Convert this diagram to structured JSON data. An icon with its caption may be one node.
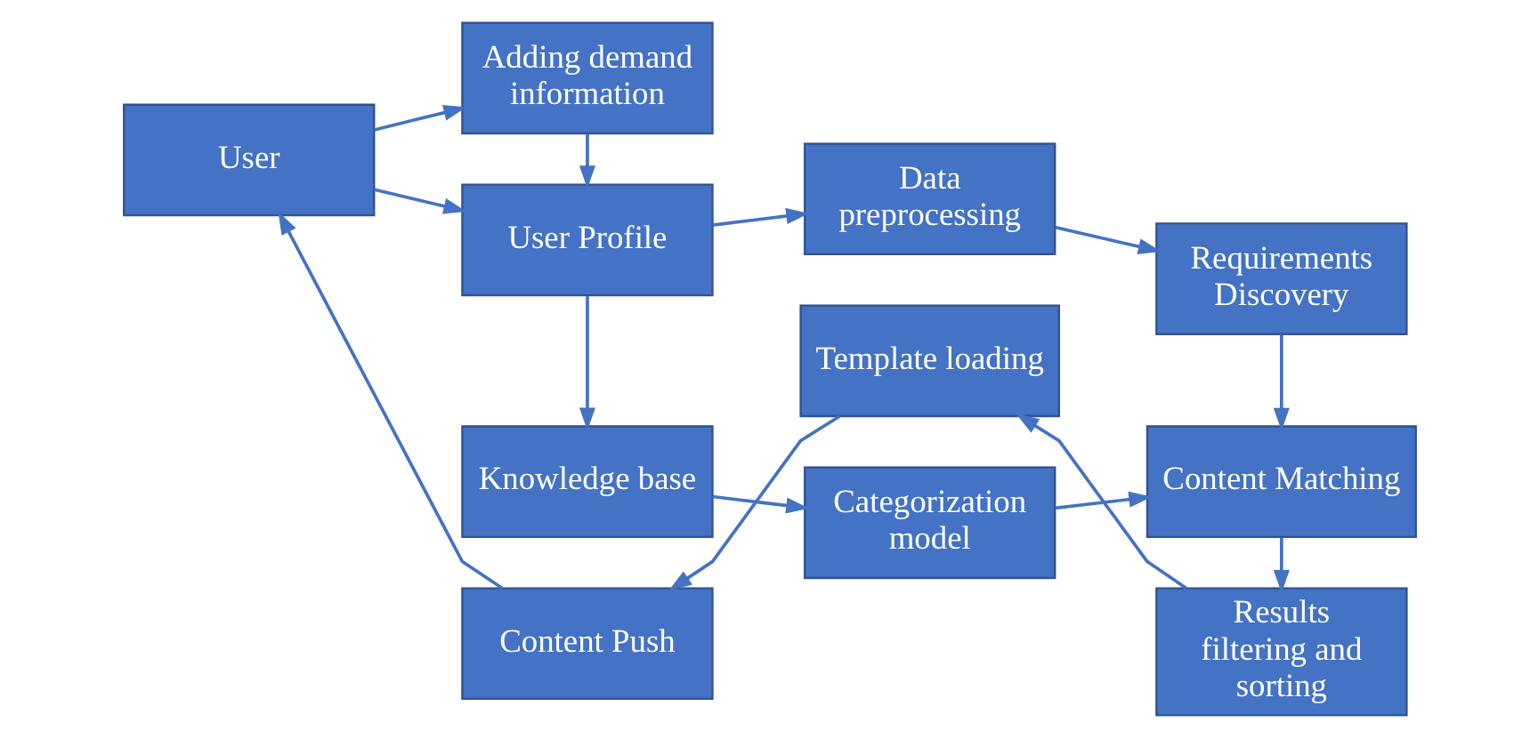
{
  "diagram": {
    "nodes": [
      {
        "text": [
          "User"
        ]
      },
      {
        "text": [
          "Adding demand information"
        ]
      },
      {
        "text": [
          "User Profile"
        ]
      },
      {
        "text": [
          "Data preprocessing"
        ]
      },
      {
        "text": [
          "Requirements Discovery"
        ]
      },
      {
        "text": [
          "Knowledge base"
        ]
      },
      {
        "text": [
          "Categorization model"
        ]
      },
      {
        "text": [
          "Content Matching"
        ]
      },
      {
        "text": [
          "Results filtering and sorting"
        ]
      },
      {
        "text": [
          "Template loading"
        ]
      },
      {
        "text": [
          "Content Push"
        ]
      }
    ],
    "edges": [
      {
        "from": 0,
        "to": 1,
        "arrow": "to"
      },
      {
        "from": 1,
        "to": 2,
        "arrow": "to"
      },
      {
        "from": 0,
        "to": 2,
        "arrow": "to"
      },
      {
        "from": 2,
        "to": 3,
        "arrow": "to"
      },
      {
        "from": 3,
        "to": 4,
        "arrow": "to"
      },
      {
        "from": 2,
        "to": 5,
        "arrow": "to"
      },
      {
        "from": 4,
        "to": 7,
        "arrow": "to"
      },
      {
        "from": 5,
        "to": 6,
        "arrow": "to"
      },
      {
        "from": 6,
        "to": 7,
        "arrow": "to"
      },
      {
        "from": 7,
        "to": 8,
        "arrow": "to"
      },
      {
        "from": 8,
        "to": 9,
        "arrow": "to"
      },
      {
        "from": 9,
        "to": 10,
        "arrow": "to"
      },
      {
        "from": 10,
        "to": 0,
        "arrow": "to"
      }
    ]
  }
}
